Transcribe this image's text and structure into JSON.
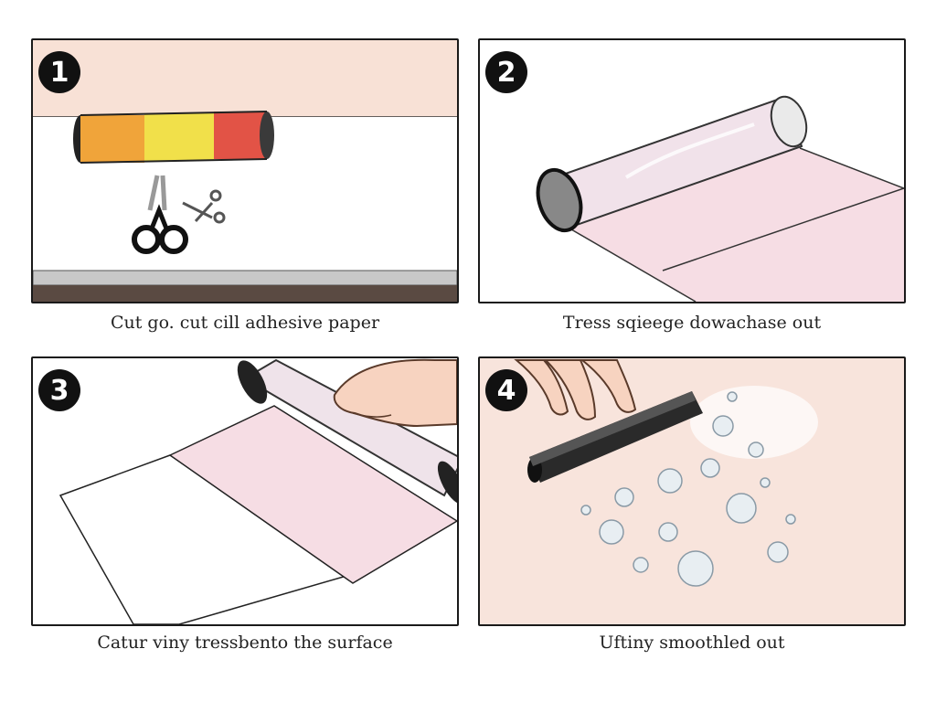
{
  "steps": [
    {
      "number": "1",
      "caption": "Cut go. cut cill adhesive paper"
    },
    {
      "number": "2",
      "caption": "Tress sqieege dowachase out"
    },
    {
      "number": "3",
      "caption": "Catur viny tressbento the surface"
    },
    {
      "number": "4",
      "caption": "Uftiny smoothled out"
    }
  ],
  "colors": {
    "badge": "#111111",
    "roll_orange": "#f0a43a",
    "roll_yellow": "#f1e04a",
    "roll_red": "#e25346",
    "film_pink": "#f6dde4",
    "squeegee": "#2a2a2a"
  },
  "icons": [
    "scissors-icon",
    "small-scissors-icon",
    "adhesive-roll-icon",
    "vinyl-roll-icon",
    "hand-icon",
    "squeegee-icon",
    "bubble-icon"
  ]
}
